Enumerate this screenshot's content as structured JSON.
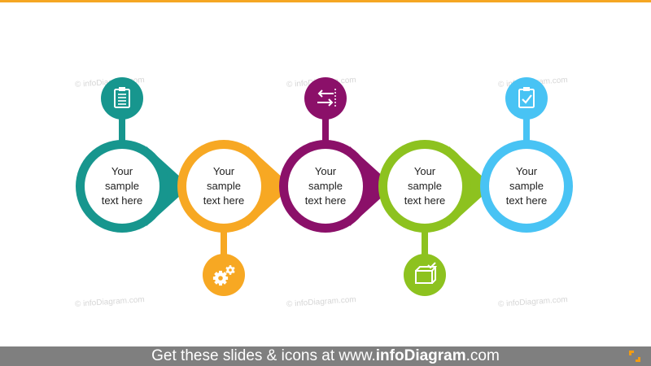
{
  "steps": [
    {
      "text": "Your\nsample\ntext here",
      "color": "#17968e",
      "icon": "clipboard-list-icon",
      "icon_position": "top"
    },
    {
      "text": "Your\nsample\ntext here",
      "color": "#f7a823",
      "icon": "gears-icon",
      "icon_position": "bottom"
    },
    {
      "text": "Your\nsample\ntext here",
      "color": "#8b1069",
      "icon": "swap-arrows-icon",
      "icon_position": "top"
    },
    {
      "text": "Your\nsample\ntext here",
      "color": "#8dc21f",
      "icon": "box-check-icon",
      "icon_position": "bottom"
    },
    {
      "text": "Your\nsample\ntext here",
      "color": "#48c3f4",
      "icon": "clipboard-check-icon",
      "icon_position": "top"
    }
  ],
  "watermark": "© infoDiagram.com",
  "footer": {
    "prefix": "Get these slides & icons at www.",
    "brand": "infoDiagram",
    "suffix": ".com"
  },
  "colors": {
    "top_rule": "#f5a623",
    "footer_bg": "#7f7f7f",
    "footer_logo": "#f39c12"
  }
}
